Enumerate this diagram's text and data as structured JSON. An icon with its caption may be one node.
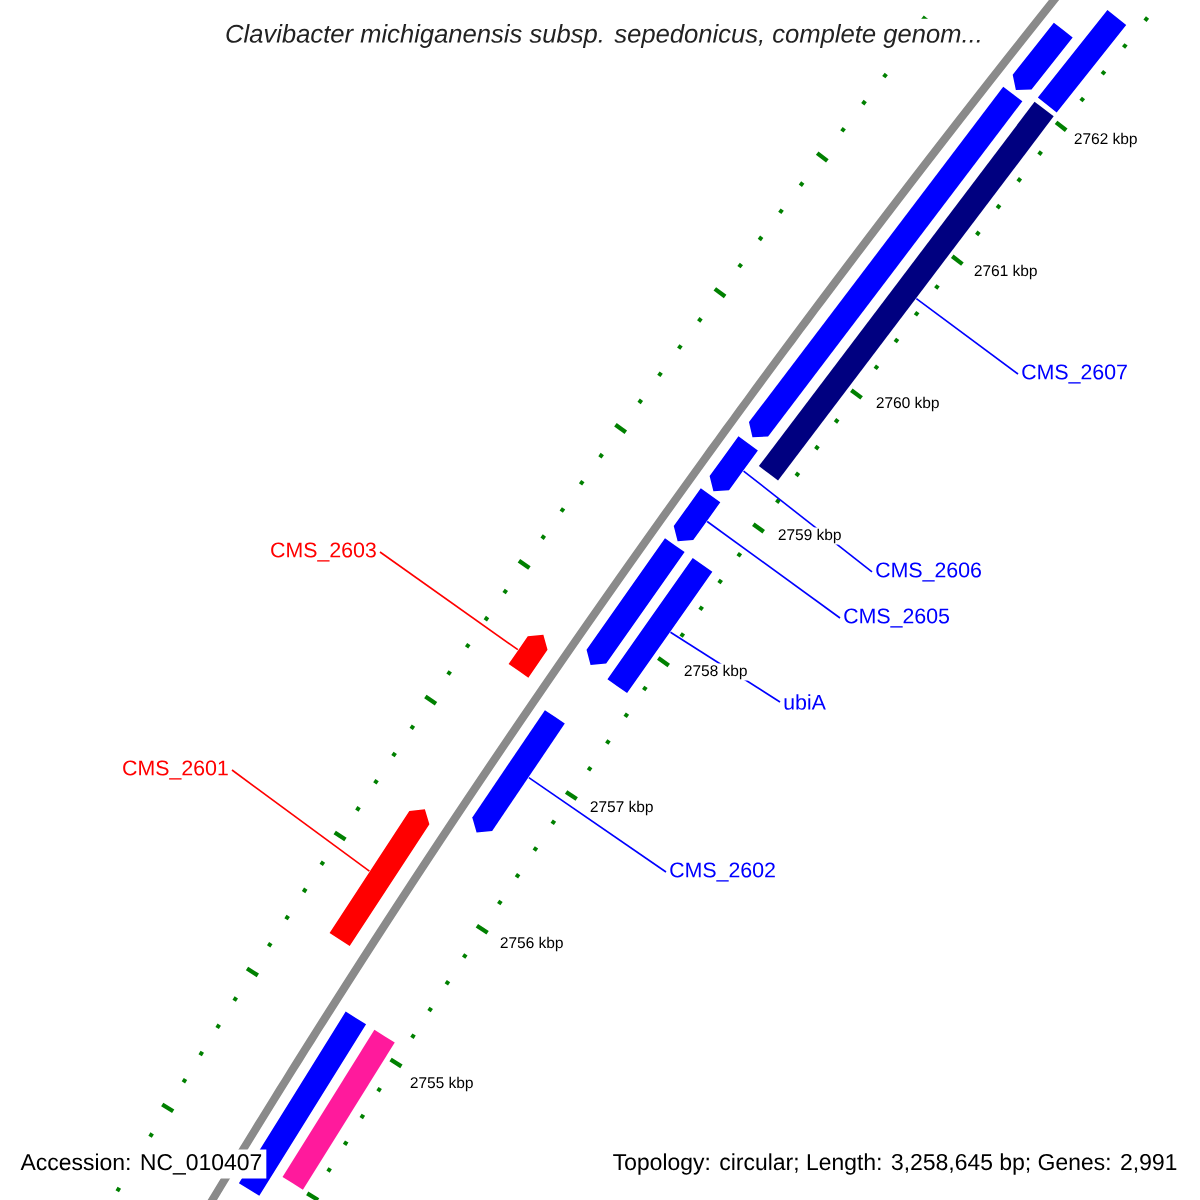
{
  "diagram": {
    "title": "Clavibacter michiganensis subsp. sepedonicus, complete genom...",
    "nodes": [
      {
        "text": [
          "CMS_2607"
        ]
      },
      {
        "text": [],
        "shape": "bar"
      },
      {
        "text": [
          "CMS_2603"
        ]
      },
      {
        "text": [],
        "shape": "bar"
      },
      {
        "text": [
          "CMS_2606"
        ]
      },
      {
        "text": [],
        "shape": "bar"
      },
      {
        "text": [
          "CMS_2605"
        ]
      },
      {
        "text": [],
        "shape": "bar"
      },
      {
        "text": [
          "ubiA"
        ]
      },
      {
        "text": [],
        "shape": "bar"
      },
      {
        "text": [
          "CMS_2601"
        ]
      },
      {
        "text": [],
        "shape": "bar"
      },
      {
        "text": [
          "CMS_2602"
        ]
      },
      {
        "text": [],
        "shape": "bar"
      },
      {
        "text": [],
        "shape": "bar"
      },
      {
        "text": [],
        "shape": "bar"
      },
      {
        "text": [],
        "shape": "bar"
      },
      {
        "text": [],
        "shape": "bar"
      },
      {
        "text": [],
        "shape": "bar"
      },
      {
        "text": [],
        "shape": "bar"
      }
    ],
    "edges": [
      {
        "from": 0,
        "to": 1,
        "arrow": "none"
      },
      {
        "from": 2,
        "to": 3,
        "arrow": "none",
        "color": "#ff0000"
      },
      {
        "from": 4,
        "to": 5,
        "arrow": "none"
      },
      {
        "from": 6,
        "to": 7,
        "arrow": "none"
      },
      {
        "from": 8,
        "to": 9,
        "arrow": "none"
      },
      {
        "from": 10,
        "to": 11,
        "arrow": "none",
        "color": "#ff0000"
      },
      {
        "from": 12,
        "to": 13,
        "arrow": "none"
      }
    ],
    "labels": [
      "2762 kbp",
      "2761 kbp",
      "2760 kbp",
      "2759 kbp",
      "2758 kbp",
      "2757 kbp",
      "2756 kbp",
      "2755 kbp",
      "Accession: NC_010407",
      "Topology: circular; Length: 3,258,645 bp; Genes: 2,991"
    ]
  }
}
